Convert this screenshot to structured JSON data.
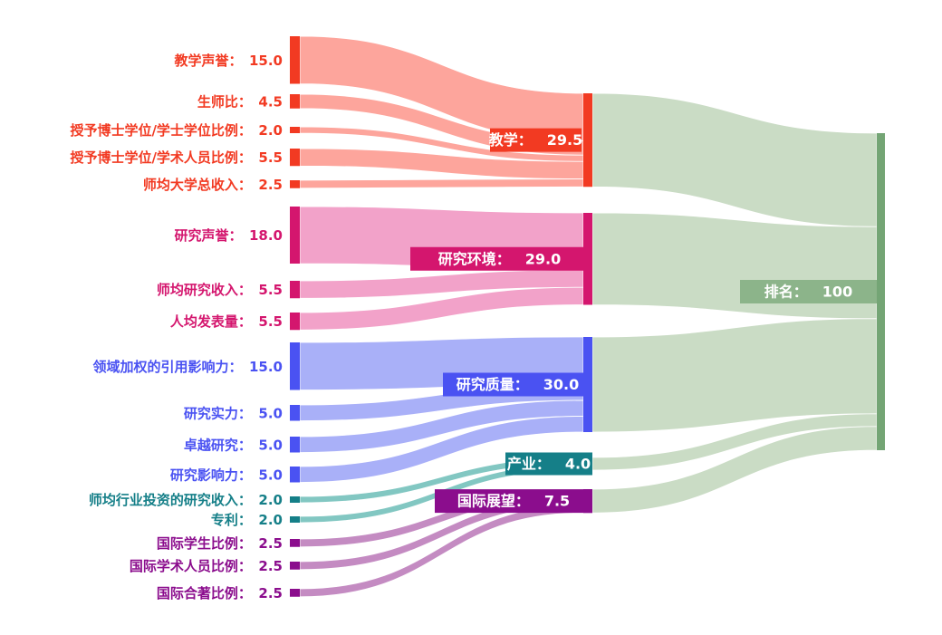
{
  "chart_data": {
    "type": "sankey",
    "title": "",
    "orientation": "horizontal",
    "legend": false,
    "total": 100,
    "groups": {
      "teaching": {
        "name": "教学",
        "node_color": "#f23a22",
        "flow_color": "#fda59c",
        "text_color": "#f23a22"
      },
      "research_env": {
        "name": "研究环境",
        "node_color": "#d4166e",
        "flow_color": "#f2a2c9",
        "text_color": "#d4166e"
      },
      "research_quality": {
        "name": "研究质量",
        "node_color": "#4a52f2",
        "flow_color": "#a9b0f8",
        "text_color": "#4a52f2"
      },
      "industry": {
        "name": "产业",
        "node_color": "#157f88",
        "flow_color": "#82c7c2",
        "text_color": "#157f88"
      },
      "international": {
        "name": "国际展望",
        "node_color": "#8b0d8d",
        "flow_color": "#c48bc2",
        "text_color": "#8b0d8d"
      },
      "rank": {
        "name": "排名",
        "node_color": "#74a575",
        "flow_color": "#cadcc5",
        "box_color": "#8cb48a",
        "text_color": "#74a575"
      }
    },
    "nodes": [
      {
        "id": "teach_rep",
        "name": "教学声誉",
        "value": 15.0,
        "value_label": "15.0",
        "column": "left",
        "group": "teaching"
      },
      {
        "id": "staff_ratio",
        "name": "生师比",
        "value": 4.5,
        "value_label": "4.5",
        "column": "left",
        "group": "teaching"
      },
      {
        "id": "doct_bach",
        "name": "授予博士学位/学士学位比例",
        "value": 2.0,
        "value_label": "2.0",
        "column": "left",
        "group": "teaching"
      },
      {
        "id": "doct_staff",
        "name": "授予博士学位/学术人员比例",
        "value": 5.5,
        "value_label": "5.5",
        "column": "left",
        "group": "teaching"
      },
      {
        "id": "inst_income",
        "name": "师均大学总收入",
        "value": 2.5,
        "value_label": "2.5",
        "column": "left",
        "group": "teaching"
      },
      {
        "id": "res_rep",
        "name": "研究声誉",
        "value": 18.0,
        "value_label": "18.0",
        "column": "left",
        "group": "research_env"
      },
      {
        "id": "res_income",
        "name": "师均研究收入",
        "value": 5.5,
        "value_label": "5.5",
        "column": "left",
        "group": "research_env"
      },
      {
        "id": "res_prod",
        "name": "人均发表量",
        "value": 5.5,
        "value_label": "5.5",
        "column": "left",
        "group": "research_env"
      },
      {
        "id": "cit_impact",
        "name": "领域加权的引用影响力",
        "value": 15.0,
        "value_label": "15.0",
        "column": "left",
        "group": "research_quality"
      },
      {
        "id": "res_strength",
        "name": "研究实力",
        "value": 5.0,
        "value_label": "5.0",
        "column": "left",
        "group": "research_quality"
      },
      {
        "id": "res_excel",
        "name": "卓越研究",
        "value": 5.0,
        "value_label": "5.0",
        "column": "left",
        "group": "research_quality"
      },
      {
        "id": "res_infl",
        "name": "研究影响力",
        "value": 5.0,
        "value_label": "5.0",
        "column": "left",
        "group": "research_quality"
      },
      {
        "id": "ind_income",
        "name": "师均行业投资的研究收入",
        "value": 2.0,
        "value_label": "2.0",
        "column": "left",
        "group": "industry"
      },
      {
        "id": "patents",
        "name": "专利",
        "value": 2.0,
        "value_label": "2.0",
        "column": "left",
        "group": "industry"
      },
      {
        "id": "intl_students",
        "name": "国际学生比例",
        "value": 2.5,
        "value_label": "2.5",
        "column": "left",
        "group": "international"
      },
      {
        "id": "intl_staff",
        "name": "国际学术人员比例",
        "value": 2.5,
        "value_label": "2.5",
        "column": "left",
        "group": "international"
      },
      {
        "id": "intl_coauth",
        "name": "国际合著比例",
        "value": 2.5,
        "value_label": "2.5",
        "column": "left",
        "group": "international"
      },
      {
        "id": "teaching",
        "name": "教学",
        "value": 29.5,
        "value_label": "29.5",
        "column": "mid",
        "group": "teaching"
      },
      {
        "id": "research_env",
        "name": "研究环境",
        "value": 29.0,
        "value_label": "29.0",
        "column": "mid",
        "group": "research_env"
      },
      {
        "id": "research_quality",
        "name": "研究质量",
        "value": 30.0,
        "value_label": "30.0",
        "column": "mid",
        "group": "research_quality"
      },
      {
        "id": "industry",
        "name": "产业",
        "value": 4.0,
        "value_label": "4.0",
        "column": "mid",
        "group": "industry"
      },
      {
        "id": "international",
        "name": "国际展望",
        "value": 7.5,
        "value_label": "7.5",
        "column": "mid",
        "group": "international"
      },
      {
        "id": "rank",
        "name": "排名",
        "value": 100,
        "value_label": "100",
        "column": "right",
        "group": "rank"
      }
    ],
    "links": [
      {
        "source": "teach_rep",
        "target": "teaching",
        "value": 15.0
      },
      {
        "source": "staff_ratio",
        "target": "teaching",
        "value": 4.5
      },
      {
        "source": "doct_bach",
        "target": "teaching",
        "value": 2.0
      },
      {
        "source": "doct_staff",
        "target": "teaching",
        "value": 5.5
      },
      {
        "source": "inst_income",
        "target": "teaching",
        "value": 2.5
      },
      {
        "source": "res_rep",
        "target": "research_env",
        "value": 18.0
      },
      {
        "source": "res_income",
        "target": "research_env",
        "value": 5.5
      },
      {
        "source": "res_prod",
        "target": "research_env",
        "value": 5.5
      },
      {
        "source": "cit_impact",
        "target": "research_quality",
        "value": 15.0
      },
      {
        "source": "res_strength",
        "target": "research_quality",
        "value": 5.0
      },
      {
        "source": "res_excel",
        "target": "research_quality",
        "value": 5.0
      },
      {
        "source": "res_infl",
        "target": "research_quality",
        "value": 5.0
      },
      {
        "source": "ind_income",
        "target": "industry",
        "value": 2.0
      },
      {
        "source": "patents",
        "target": "industry",
        "value": 2.0
      },
      {
        "source": "intl_students",
        "target": "international",
        "value": 2.5
      },
      {
        "source": "intl_staff",
        "target": "international",
        "value": 2.5
      },
      {
        "source": "intl_coauth",
        "target": "international",
        "value": 2.5
      },
      {
        "source": "teaching",
        "target": "rank",
        "value": 29.5
      },
      {
        "source": "research_env",
        "target": "rank",
        "value": 29.0
      },
      {
        "source": "research_quality",
        "target": "rank",
        "value": 30.0
      },
      {
        "source": "industry",
        "target": "rank",
        "value": 4.0
      },
      {
        "source": "international",
        "target": "rank",
        "value": 7.5
      }
    ]
  }
}
